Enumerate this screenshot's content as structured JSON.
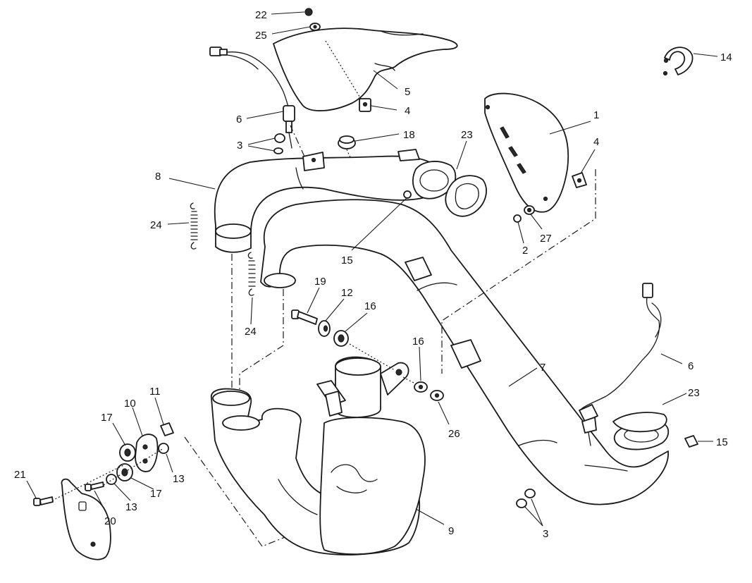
{
  "callouts": {
    "c1": "1",
    "c2": "2",
    "c3a": "3",
    "c3b": "3",
    "c4a": "4",
    "c4b": "4",
    "c5": "5",
    "c6a": "6",
    "c6b": "6",
    "c7": "7",
    "c8": "8",
    "c9": "9",
    "c10": "10",
    "c11": "11",
    "c12": "12",
    "c13a": "13",
    "c13b": "13",
    "c14": "14",
    "c15a": "15",
    "c15b": "15",
    "c16a": "16",
    "c16b": "16",
    "c17a": "17",
    "c17b": "17",
    "c18": "18",
    "c19": "19",
    "c20": "20",
    "c21": "21",
    "c22": "22",
    "c23a": "23",
    "c23b": "23",
    "c24a": "24",
    "c24b": "24",
    "c25": "25",
    "c26": "26",
    "c27": "27"
  }
}
